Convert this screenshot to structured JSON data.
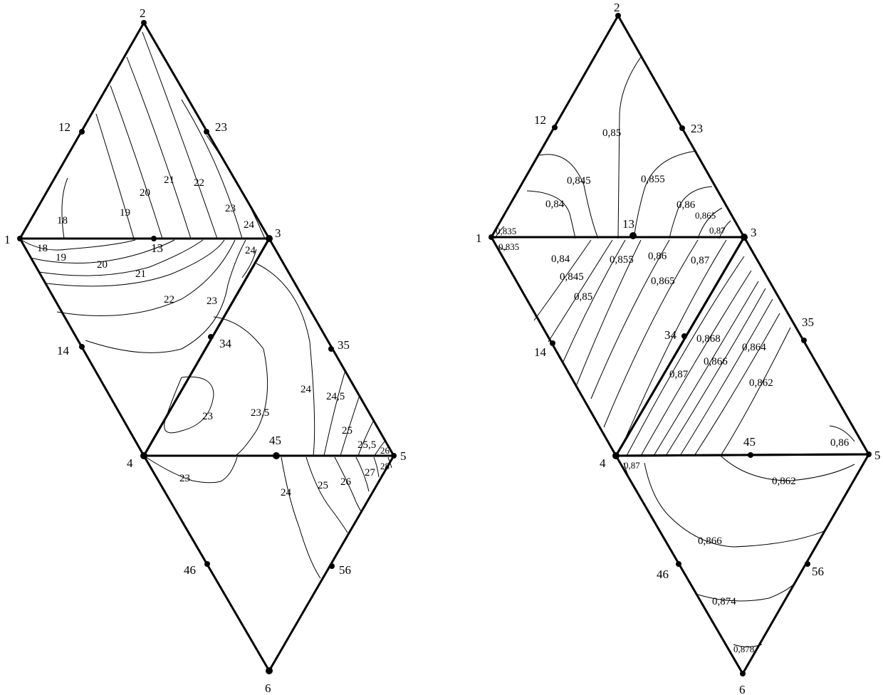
{
  "left_diagram": {
    "node_labels": {
      "n1": "1",
      "n2": "2",
      "n3": "3",
      "n4": "4",
      "n5": "5",
      "n6": "6",
      "n12": "12",
      "n13": "13",
      "n14": "14",
      "n23": "23",
      "n34": "34",
      "n35": "35",
      "n45": "45",
      "n46": "46",
      "n56": "56"
    },
    "contour_labels": [
      "18",
      "19",
      "20",
      "21",
      "22",
      "23",
      "24",
      "18",
      "19",
      "20",
      "21",
      "22",
      "23",
      "24",
      "23",
      "23,5",
      "24",
      "24,5",
      "25",
      "25,5",
      "26",
      "23",
      "24",
      "25",
      "26",
      "27",
      "28"
    ]
  },
  "right_diagram": {
    "node_labels": {
      "n1": "1",
      "n2": "2",
      "n3": "3",
      "n4": "4",
      "n5": "5",
      "n6": "6",
      "n12": "12",
      "n13": "13",
      "n14": "14",
      "n23": "23",
      "n34": "34",
      "n35": "35",
      "n45": "45",
      "n46": "46",
      "n56": "56"
    },
    "contour_labels": [
      "0,85",
      "0,845",
      "0,855",
      "0,84",
      "0,86",
      "0,865",
      "0,87",
      "0,835",
      "0,835",
      "0,84",
      "0,845",
      "0,85",
      "0,855",
      "0,86",
      "0,865",
      "0,87",
      "0,868",
      "0,866",
      "0,864",
      "0,862",
      "0,87",
      "0,86",
      "0,87",
      "0,862",
      "0,866",
      "0,874",
      "0,878"
    ]
  }
}
